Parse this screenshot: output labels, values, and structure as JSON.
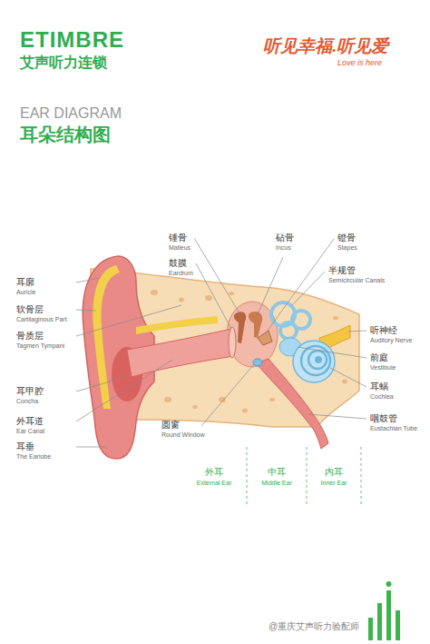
{
  "diagram": {
    "title": "耳朵结构图",
    "labels": [
      "ETIMBRE",
      "艾声听力连锁",
      "听见幸福.听见爱",
      "Love is here",
      "EAR DIAGRAM",
      "锤骨",
      "Malleus",
      "砧骨",
      "Incus",
      "镫骨",
      "Stapes",
      "鼓膜",
      "Eardrum",
      "半规管",
      "Semicircular Canals",
      "耳廓",
      "Auricle",
      "软骨层",
      "Cartilaginous Part",
      "骨质层",
      "Tagmen Tympani",
      "听神经",
      "Auditory Nerve",
      "前庭",
      "Vestibule",
      "耳甲腔",
      "Concha",
      "耳蜗",
      "Cochlea",
      "外耳道",
      "Ear Canal",
      "圆窗",
      "Round Window",
      "咽鼓管",
      "Eustachian Tube",
      "耳垂",
      "The Earlobe",
      "外耳",
      "External Ear",
      "中耳",
      "Middle Ear",
      "内耳",
      "Inner Ear",
      "@重庆艾声听力验配师"
    ]
  }
}
